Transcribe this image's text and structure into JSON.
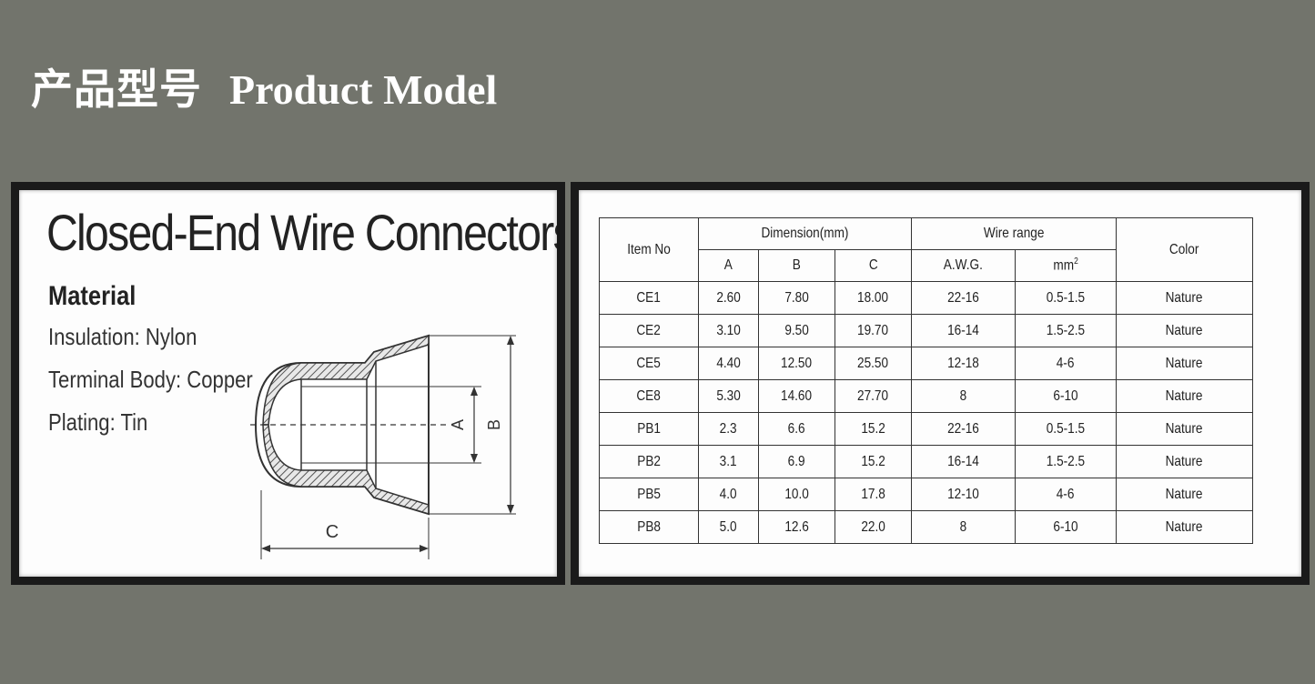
{
  "heading": {
    "cn": "产品型号",
    "en": "Product Model"
  },
  "left": {
    "title": "Closed-End Wire Connectors",
    "material_heading": "Material",
    "material_lines": [
      "Insulation: Nylon",
      "Terminal Body: Copper",
      "Plating: Tin"
    ],
    "dim_labels": {
      "a": "A",
      "b": "B",
      "c": "C"
    }
  },
  "table": {
    "headers": {
      "item_no": "Item No",
      "dimension": "Dimension(mm)",
      "wire_range": "Wire range",
      "color": "Color",
      "a": "A",
      "b": "B",
      "c": "C",
      "awg": "A.W.G.",
      "mm2_base": "mm",
      "mm2_sup": "2"
    },
    "rows": [
      [
        "CE1",
        "2.60",
        "7.80",
        "18.00",
        "22-16",
        "0.5-1.5",
        "Nature"
      ],
      [
        "CE2",
        "3.10",
        "9.50",
        "19.70",
        "16-14",
        "1.5-2.5",
        "Nature"
      ],
      [
        "CE5",
        "4.40",
        "12.50",
        "25.50",
        "12-18",
        "4-6",
        "Nature"
      ],
      [
        "CE8",
        "5.30",
        "14.60",
        "27.70",
        "8",
        "6-10",
        "Nature"
      ],
      [
        "PB1",
        "2.3",
        "6.6",
        "15.2",
        "22-16",
        "0.5-1.5",
        "Nature"
      ],
      [
        "PB2",
        "3.1",
        "6.9",
        "15.2",
        "16-14",
        "1.5-2.5",
        "Nature"
      ],
      [
        "PB5",
        "4.0",
        "10.0",
        "17.8",
        "12-10",
        "4-6",
        "Nature"
      ],
      [
        "PB8",
        "5.0",
        "12.6",
        "22.0",
        "8",
        "6-10",
        "Nature"
      ]
    ]
  }
}
